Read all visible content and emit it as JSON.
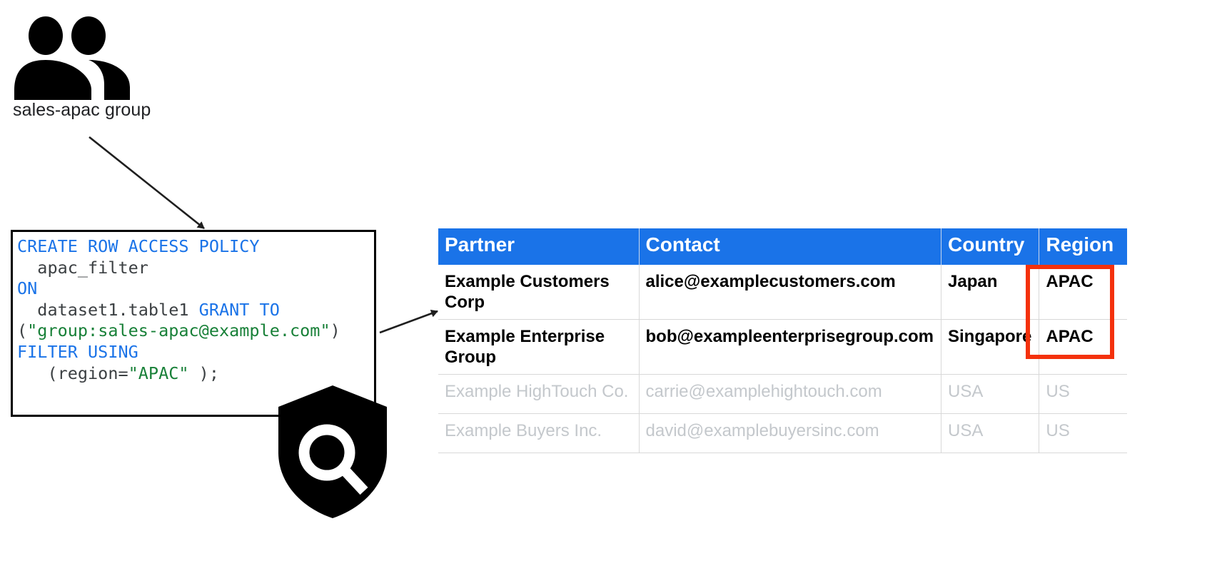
{
  "group": {
    "icon": "people-group-icon",
    "label": "sales-apac group"
  },
  "policy": {
    "icon": "shield-search-icon",
    "colors": {
      "keyword": "#1a73e8",
      "string": "#188038",
      "identifier": "#3c4043"
    },
    "lines": [
      [
        {
          "t": "CREATE ROW ACCESS POLICY",
          "c": "kw"
        }
      ],
      [
        {
          "t": "  apac_filter",
          "c": "id"
        }
      ],
      [
        {
          "t": "ON",
          "c": "kw"
        }
      ],
      [
        {
          "t": "  dataset1.table1 ",
          "c": "id"
        },
        {
          "t": "GRANT TO",
          "c": "kw"
        }
      ],
      [
        {
          "t": "(",
          "c": "pn"
        },
        {
          "t": "\"group:sales-apac@example.com\"",
          "c": "str"
        },
        {
          "t": ")",
          "c": "pn"
        }
      ],
      [
        {
          "t": "FILTER USING",
          "c": "kw"
        }
      ],
      [
        {
          "t": "   (region=",
          "c": "id"
        },
        {
          "t": "\"APAC\"",
          "c": "str"
        },
        {
          "t": " );",
          "c": "id"
        }
      ]
    ]
  },
  "table": {
    "header_bg": "#1a73e8",
    "header_fg": "#ffffff",
    "dim_color": "#c4c8cc",
    "highlight_color": "#f4310c",
    "columns": [
      "Partner",
      "Contact",
      "Country",
      "Region"
    ],
    "rows": [
      {
        "state": "visible",
        "partner": "Example Customers Corp",
        "contact": "alice@examplecustomers.com",
        "country": "Japan",
        "region": "APAC"
      },
      {
        "state": "visible",
        "partner": "Example Enterprise Group",
        "contact": "bob@exampleenterprisegroup.com",
        "country": "Singapore",
        "region": "APAC"
      },
      {
        "state": "filtered-out",
        "partner": "Example HighTouch Co.",
        "contact": "carrie@examplehightouch.com",
        "country": "USA",
        "region": "US"
      },
      {
        "state": "filtered-out",
        "partner": "Example Buyers Inc.",
        "contact": "david@examplebuyersinc.com",
        "country": "USA",
        "region": "US"
      }
    ]
  }
}
